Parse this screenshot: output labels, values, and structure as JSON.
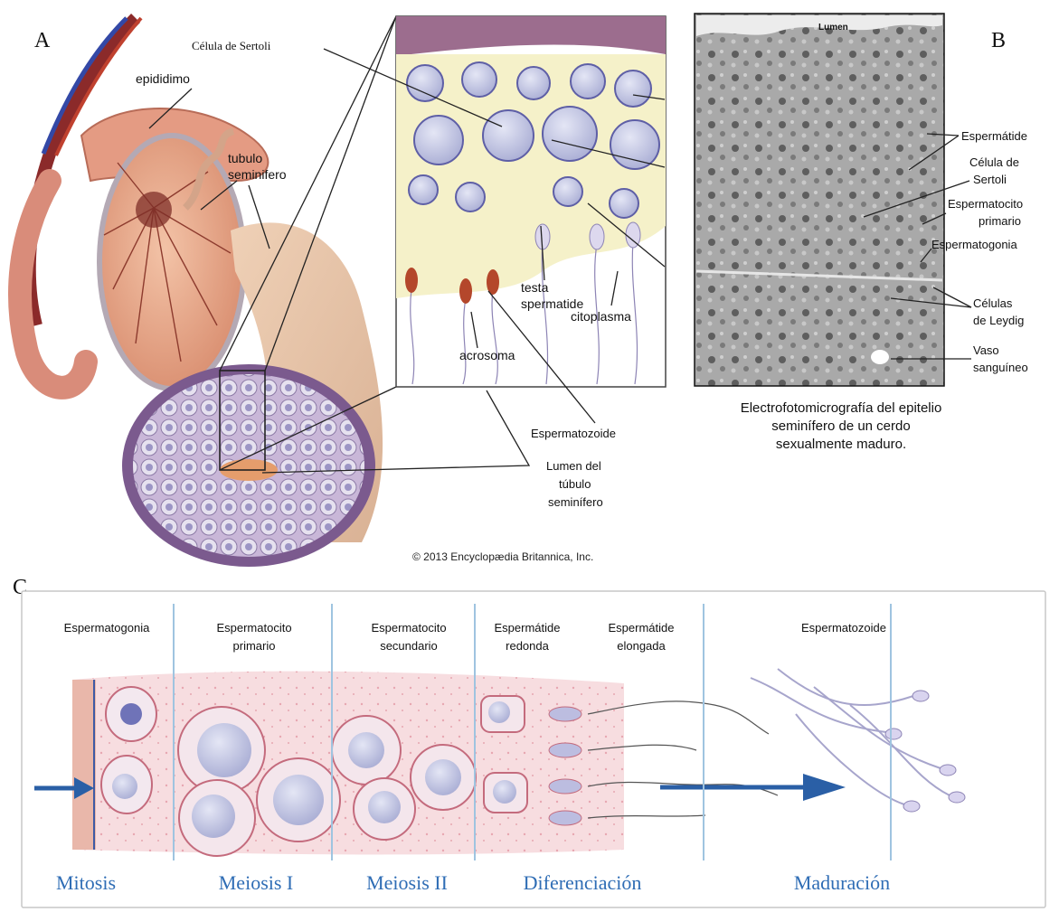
{
  "panels": {
    "a": "A",
    "b": "B",
    "c": "C"
  },
  "panel_a": {
    "labels": {
      "sertoli": "Célula de Sertoli",
      "epididimo": "epididimo",
      "tubulo_1": "tubulo",
      "tubulo_2": "seminifero",
      "testa_1": "testa",
      "testa_2": "spermatide",
      "citoplasma": "citoplasma",
      "acrosoma": "acrosoma",
      "espermatozoide": "Espermatozoide",
      "lumen_1": "Lumen del",
      "lumen_2": "túbulo",
      "lumen_3": "seminífero"
    },
    "copyright": "© 2013 Encyclopædia Britannica, Inc."
  },
  "panel_b": {
    "top_label": "Lumen",
    "labels": {
      "espermatide": "Espermátide",
      "sertoli_1": "Célula de",
      "sertoli_2": "Sertoli",
      "espermatocito_1": "Espermatocito",
      "espermatocito_2": "primario",
      "espermatogonia": "Espermatogonia",
      "leydig_1": "Células",
      "leydig_2": "de Leydig",
      "vaso_1": "Vaso",
      "vaso_2": "sanguíneo"
    },
    "caption": [
      "Electrofotomicrografía del epitelio",
      "seminífero de un cerdo",
      "sexualmente maduro."
    ]
  },
  "panel_c": {
    "stages": [
      [
        "Espermatogonia"
      ],
      [
        "Espermatocito",
        "primario"
      ],
      [
        "Espermatocito",
        "secundario"
      ],
      [
        "Espermátide",
        "redonda"
      ],
      [
        "Espermátide",
        "elongada"
      ],
      [
        "Espermatozoide"
      ]
    ],
    "phases": [
      "Mitosis",
      "Meiosis I",
      "Meiosis II",
      "Diferenciación",
      "Maduración"
    ]
  },
  "colors": {
    "phase_text": "#2f6db5",
    "divider": "#9fc4e0",
    "arrow": "#2a5fa6",
    "tissue": "#f6d7d9",
    "cell_nucleus": "#6f73b8",
    "tubule": "#7b5a8e"
  }
}
